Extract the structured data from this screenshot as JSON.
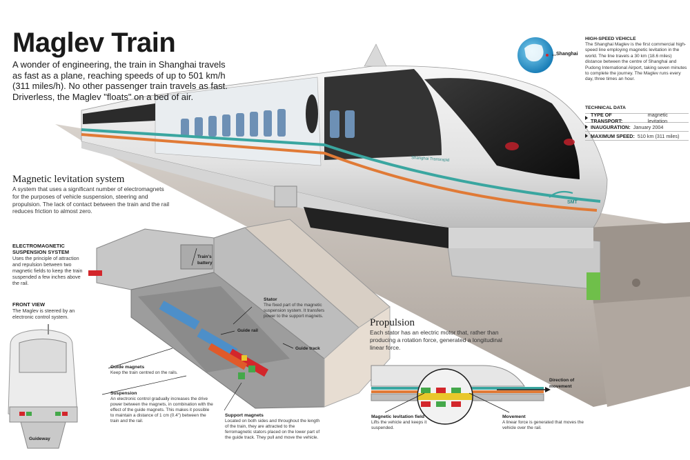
{
  "header": {
    "title": "Maglev Train",
    "intro": "A wonder of engineering, the train in Shanghai travels as fast as a plane, reaching speeds of up to 501 km/h (311 miles/h). No other passenger train travels as fast. Driverless, the Maglev \"floats\" on a bed of air."
  },
  "sidebar": {
    "globe_label": "Shanghai",
    "high_speed_title": "HIGH-SPEED VEHICLE",
    "high_speed_text": "The Shanghai Maglev is the first commercial high-speed line employing magnetic levitation in the world. The line travels a 30 km (18.6 miles) distance between the centre of Shanghai and Pudong International Airport, taking seven minutes to complete the journey. The Maglev runs every day, three times an hour.",
    "tech_title": "TECHNICAL DATA",
    "tech_rows": [
      {
        "label": "TYPE OF TRANSPORT:",
        "value": "magnetic levitation"
      },
      {
        "label": "INAUGURATION:",
        "value": "January 2004"
      },
      {
        "label": "MAXIMUM SPEED:",
        "value": "510 km (311 miles)"
      }
    ]
  },
  "train": {
    "side_text": "Shanghai Transrapid",
    "logo_text": "SMT"
  },
  "levitation": {
    "title": "Magnetic levitation system",
    "text": "A system that uses a significant number of electromagnets for the purposes of vehicle suspension, steering and propulsion. The lack of contact between the train and the rail reduces friction to almost zero."
  },
  "ems": {
    "title": "ELECTROMAGNETIC SUSPENSION SYSTEM",
    "text": "Uses the principle of attraction and repulsion between two magnetic fields to keep the train suspended a few inches above the rail."
  },
  "front_view": {
    "title": "FRONT VIEW",
    "text": "The Maglev is steered by an electronic control system.",
    "guideway_label": "Guideway"
  },
  "cutaway": {
    "battery_label": "Train's battery",
    "stator_title": "Stator",
    "stator_text": "The fixed part of the magnetic suspension system. It transfers power to the support magnets.",
    "guide_rail_label": "Guide rail",
    "guide_track_label": "Guide track",
    "guide_magnets_title": "Guide magnets",
    "guide_magnets_text": "Keep the train centred on the rails.",
    "suspension_title": "Suspension",
    "suspension_text": "An electronic control gradually increases the drive power between the magnets, in combination with the effect of the guide magnets. This makes it possible to maintain a distance of 1 cm (0.4\") between the train and the rail.",
    "support_title": "Support magnets",
    "support_text": "Located on both sides and throughout the length of the train, they are attracted to the ferromagnetic stators placed on the lower part of the guide track. They pull and move the vehicle."
  },
  "propulsion": {
    "title": "Propulsion",
    "text": "Each stator has an electric motor that, rather than producing a rotation force, generated a longitudinal linear force.",
    "direction_label": "Direction of movement",
    "field_title": "Magnetic levitation field",
    "field_text": "Lifts the vehicle and keeps it suspended.",
    "movement_title": "Movement",
    "movement_text": "A linear force is generated that moves the vehicle over the rail."
  }
}
